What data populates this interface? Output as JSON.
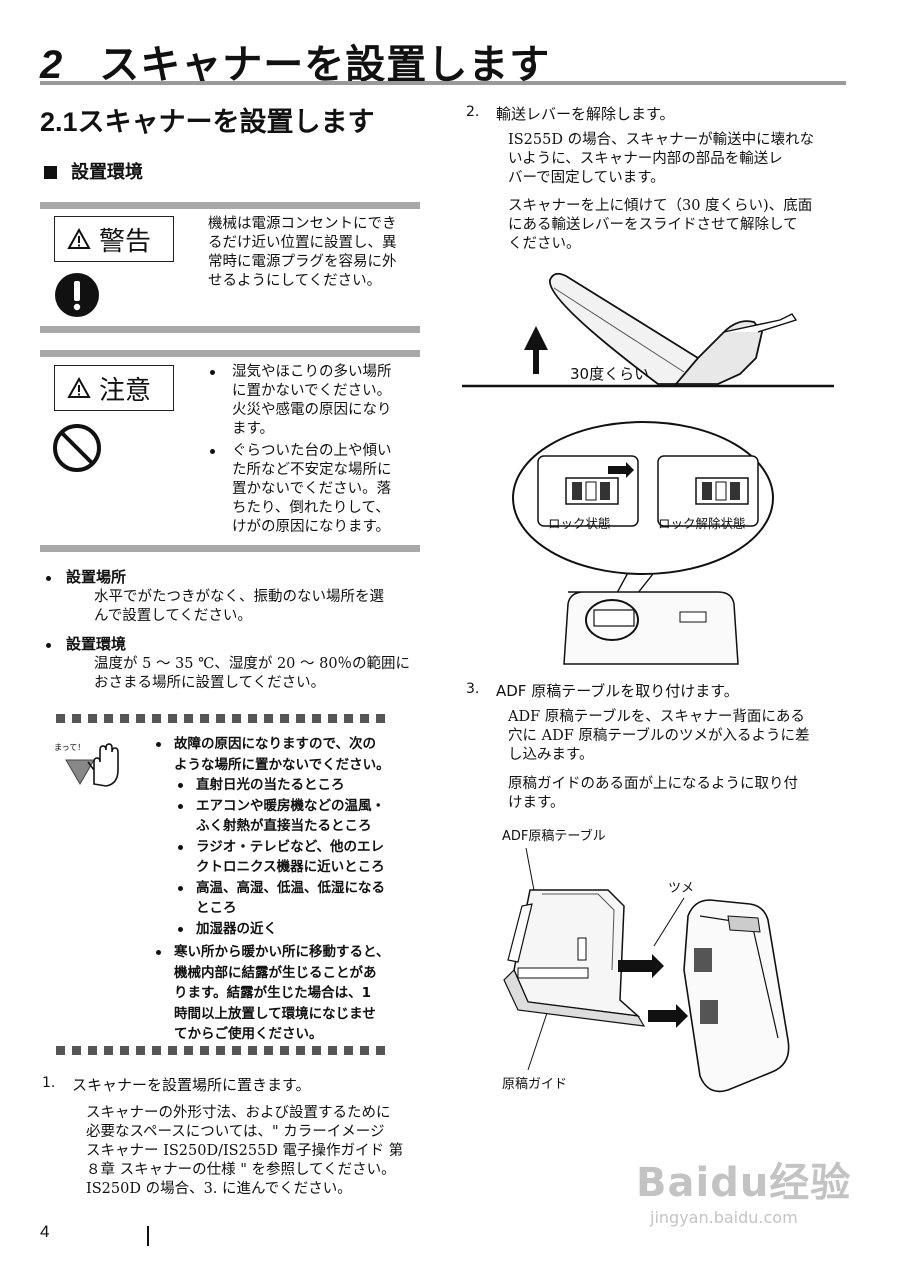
{
  "chapter": {
    "number": "2",
    "title": "スキャナーを設置します"
  },
  "section": {
    "number": "2.1",
    "title": "スキャナーを設置します"
  },
  "subsection_env": "設置環境",
  "warning": {
    "label": "警告",
    "text_lines": [
      "機械は電源コンセントにでき",
      "るだけ近い位置に設置し、異",
      "常時に電源プラグを容易に外",
      "せるようにしてください。"
    ]
  },
  "caution": {
    "label": "注意",
    "items": [
      [
        "湿気やほこりの多い場所",
        "に置かないでください。",
        "火災や感電の原因になり",
        "ます。"
      ],
      [
        "ぐらついた台の上や傾い",
        "た所など不安定な場所に",
        "置かないでください。落",
        "ちたり、倒れたりして、",
        "けがの原因になります。"
      ]
    ]
  },
  "location": {
    "title": "設置場所",
    "lines": [
      "水平でがたつきがなく、振動のない場所を選",
      "んで設置してください。"
    ]
  },
  "environment": {
    "title": "設置環境",
    "lines": [
      "温度が 5 ～ 35 ℃、湿度が 20 ～ 80％の範囲に",
      "おさまる場所に設置してください。"
    ]
  },
  "note": {
    "icon_label": "まって！",
    "item1_lines": [
      "故障の原因になりますので、次の",
      "ような場所に置かないでください。"
    ],
    "subitems": [
      [
        "直射日光の当たるところ"
      ],
      [
        "エアコンや暖房機などの温風・",
        "ふく射熱が直接当たるところ"
      ],
      [
        "ラジオ・テレビなど、他のエレ",
        "クトロニクス機器に近いところ"
      ],
      [
        "高温、高湿、低温、低湿になる",
        "ところ"
      ],
      [
        "加湿器の近く"
      ]
    ],
    "item2_lines": [
      "寒い所から暖かい所に移動すると、",
      "機械内部に結露が生じることがあ",
      "ります。結露が生じた場合は、1",
      "時間以上放置して環境になじませ",
      "てからご使用ください。"
    ]
  },
  "step1": {
    "num": "1.",
    "title": "スキャナーを設置場所に置きます。",
    "lines": [
      "スキャナーの外形寸法、および設置するために",
      "必要なスペースについては、\" カラーイメージ",
      "スキャナー IS250D/IS255D 電子操作ガイド 第",
      "８章 スキャナーの仕様 \" を参照してください。",
      "IS250D の場合、3. に進んでください。"
    ]
  },
  "step2": {
    "num": "2.",
    "title": "輸送レバーを解除します。",
    "para1": [
      "IS255D の場合、スキャナーが輸送中に壊れな",
      "いように、スキャナー内部の部品を輸送レ",
      "バーで固定しています。"
    ],
    "para2": [
      "スキャナーを上に傾けて（30 度くらい)、底面",
      "にある輸送レバーをスライドさせて解除して",
      "ください。"
    ],
    "angle_label": "30度くらい",
    "lock_label": "ロック状態",
    "unlock_label": "ロック解除状態"
  },
  "step3": {
    "num": "3.",
    "title": "ADF 原稿テーブルを取り付けます。",
    "para1": [
      "ADF 原稿テーブルを、スキャナー背面にある",
      "穴に ADF 原稿テーブルのツメが入るように差",
      "し込みます。"
    ],
    "para2": [
      "原稿ガイドのある面が上になるように取り付",
      "けます。"
    ],
    "label_table": "ADF原稿テーブル",
    "label_tab": "ツメ",
    "label_guide": "原稿ガイド"
  },
  "footer": {
    "page_number": "4"
  },
  "watermark": {
    "brand": "Baidu经验",
    "url": "jingyan.baidu.com"
  }
}
